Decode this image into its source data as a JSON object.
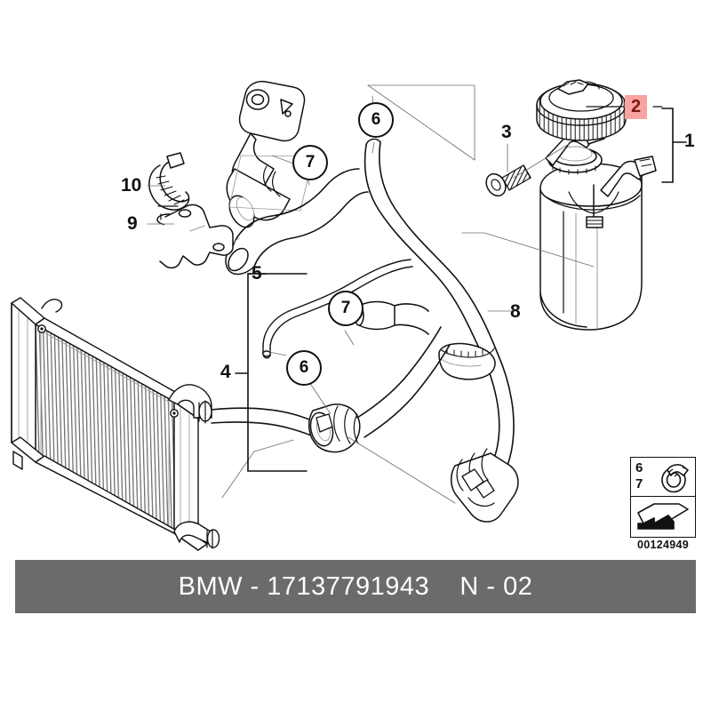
{
  "diagram": {
    "title": "BMW cooling system expansion tank and hoses exploded parts diagram",
    "drawing_id": "00124949",
    "line_color": "#111111",
    "highlight_bg": "#f9a3a3",
    "highlight_fg": "#7e1414",
    "footer_bg": "#6b6b6b",
    "footer_fg": "#ffffff"
  },
  "footer": {
    "text": "BMW - 17137791943    N - 02",
    "brand": "BMW",
    "part_number": "17137791943",
    "sheet": "N - 02"
  },
  "callouts": [
    {
      "id": "1",
      "label": "1",
      "style": "bracket",
      "part": "expansion-tank-assembly"
    },
    {
      "id": "2",
      "label": "2",
      "style": "highlighted",
      "part": "expansion-tank-cap"
    },
    {
      "id": "3",
      "label": "3",
      "style": "plain",
      "part": "fillister-head-screw"
    },
    {
      "id": "4",
      "label": "4",
      "style": "bracket",
      "part": "radiator-hose-lower"
    },
    {
      "id": "5",
      "label": "5",
      "style": "bracket",
      "part": "vent-hose"
    },
    {
      "id": "8",
      "label": "8",
      "style": "plain",
      "part": "water-hose"
    },
    {
      "id": "9",
      "label": "9",
      "style": "plain",
      "part": "holder-bracket"
    },
    {
      "id": "10",
      "label": "10",
      "style": "plain",
      "part": "hose-clip"
    }
  ],
  "circled_callouts": [
    {
      "id": "c7-top",
      "label": "7",
      "part": "hose-clamp"
    },
    {
      "id": "c6-top",
      "label": "6",
      "part": "hose-clamp"
    },
    {
      "id": "c7-middle",
      "label": "7",
      "part": "hose-clamp"
    },
    {
      "id": "c6-middle",
      "label": "6",
      "part": "hose-clamp"
    }
  ],
  "legend": {
    "clamp_numbers": [
      "6",
      "7"
    ],
    "clamp_icon": "hose-clamp-icon",
    "arrow_icon": "direction-arrow-icon",
    "id_text": "00124949"
  },
  "parts_depicted": [
    "radiator",
    "expansion-tank",
    "expansion-tank-cap",
    "thermostat-housing-pipe",
    "upper-radiator-hose",
    "lower-radiator-hose",
    "vent-hose",
    "holder-bracket",
    "hose-clip",
    "fillister-head-screw"
  ]
}
